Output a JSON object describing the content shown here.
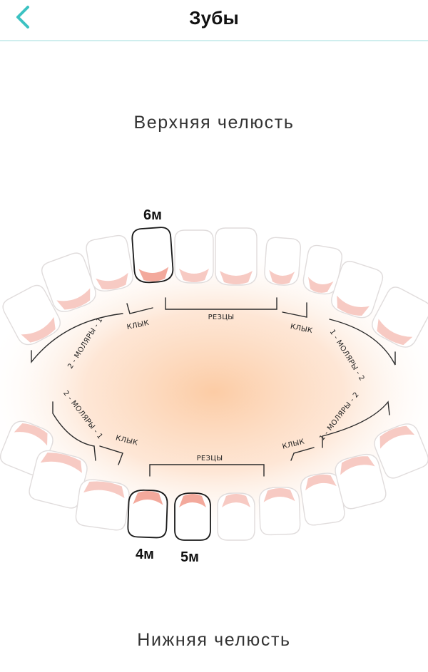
{
  "header": {
    "title": "Зубы",
    "accent_color": "#3cc2c2"
  },
  "upper_jaw": {
    "title": "Верхняя челюсть",
    "groups": {
      "molars_left": "2 - МОЛЯРЫ - 1",
      "canine_left": "КЛЫК",
      "incisors": "РЕЗЦЫ",
      "canine_right": "КЛЫК",
      "molars_right": "1 - МОЛЯРЫ - 2"
    },
    "erupted": [
      {
        "tooth": 4,
        "age": "6м"
      }
    ]
  },
  "lower_jaw": {
    "title": "Нижняя челюсть",
    "groups": {
      "molars_left": "2 - МОЛЯРЫ - 1",
      "canine_left": "КЛЫК",
      "incisors": "РЕЗЦЫ",
      "canine_right": "КЛЫК",
      "molars_right": "1 - МОЛЯРЫ - 2"
    },
    "erupted": [
      {
        "tooth": 4,
        "age": "4м"
      },
      {
        "tooth": 5,
        "age": "5м"
      }
    ]
  },
  "colors": {
    "glow": "#fcd3b0",
    "gum": "#f6c1b8",
    "gum_active": "#f3a99c",
    "tooth_outline": "#e0dcdc",
    "tooth_active_outline": "#1a1a1a"
  }
}
